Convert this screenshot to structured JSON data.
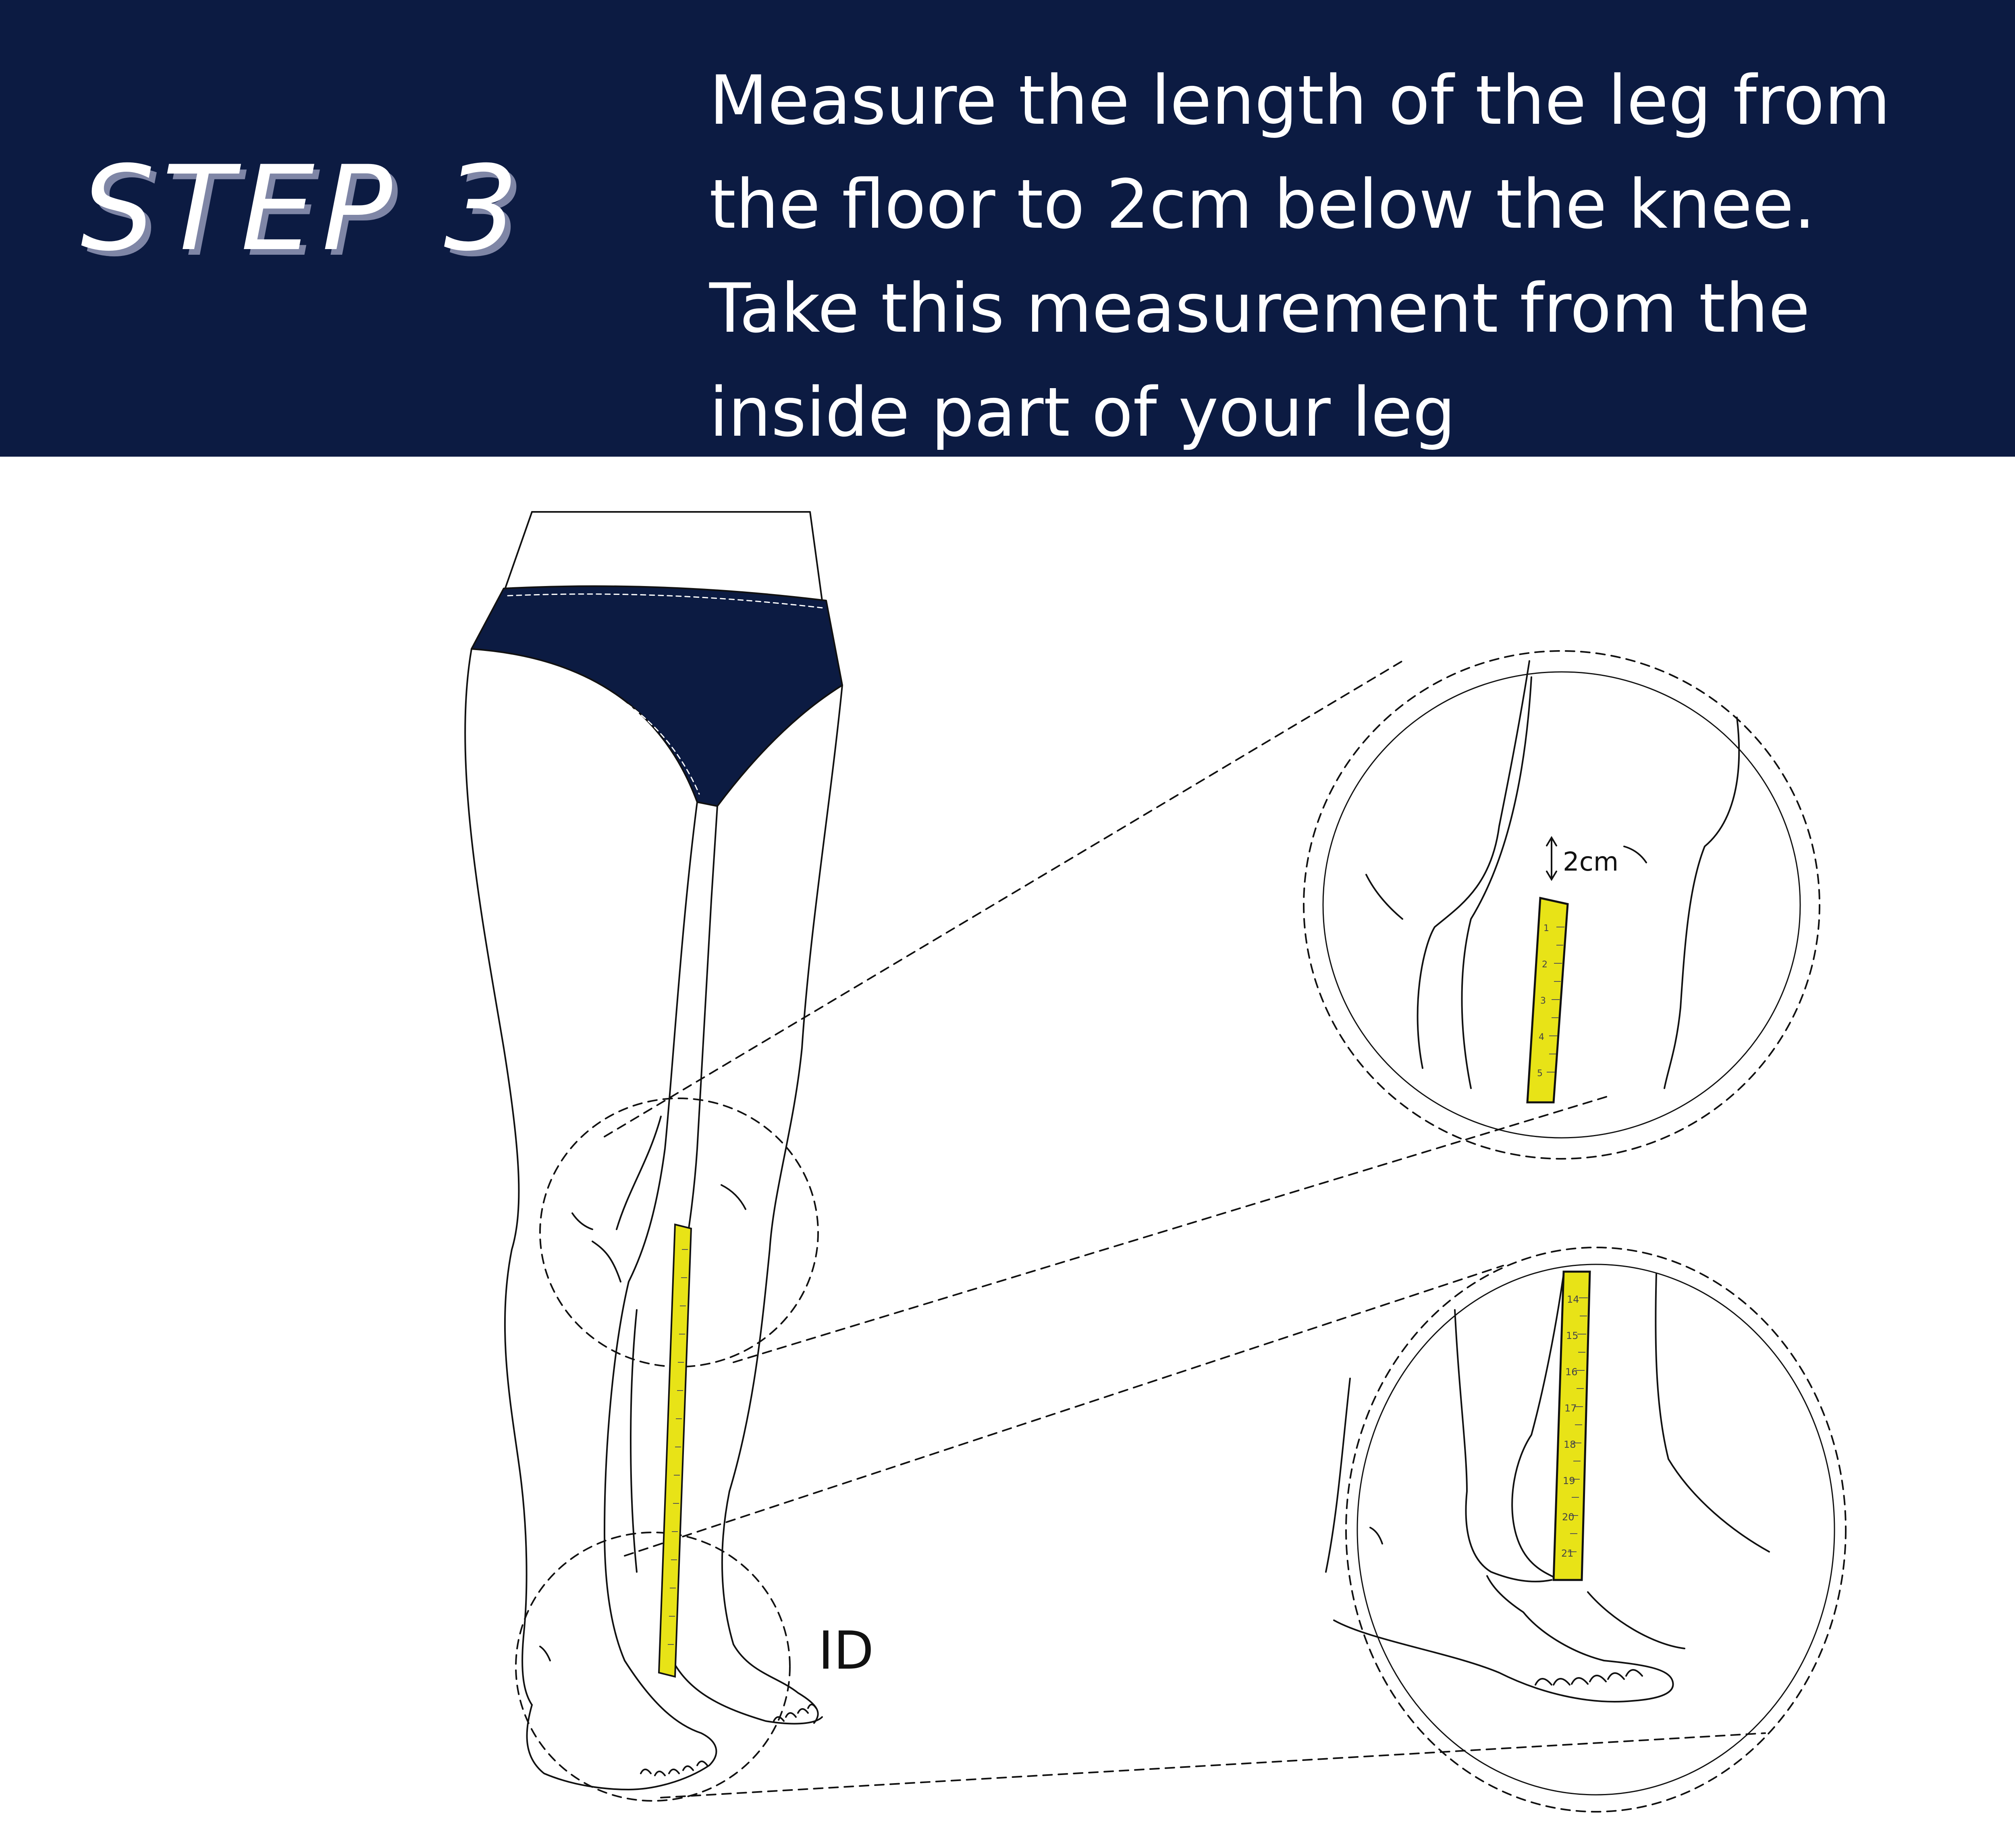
{
  "header": {
    "step_label": "STEP 3",
    "instruction_lines": [
      "Measure the length of the leg from",
      "the floor to 2cm below the knee.",
      "Take this measurement from the",
      "inside part of your leg"
    ]
  },
  "diagram": {
    "leg_label": "ID",
    "knee_offset_label": "2cm",
    "knee_tape_ticks": [
      "1",
      "2",
      "3",
      "4",
      "5"
    ],
    "ankle_tape_ticks": [
      "14",
      "15",
      "16",
      "17",
      "18",
      "19",
      "20",
      "21"
    ]
  },
  "colors": {
    "header_background": "#0c1b42",
    "header_text": "#ffffff",
    "underwear": "#0c1b42",
    "tape_yellow": "#e8e317",
    "line_art": "#111111"
  }
}
